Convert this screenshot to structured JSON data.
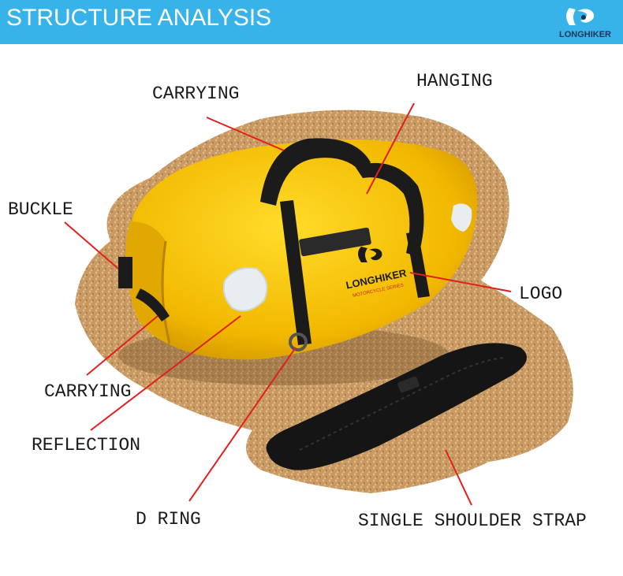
{
  "header": {
    "title": "STRUCTURE ANALYSIS",
    "brand": "LONGHIKER"
  },
  "colors": {
    "header_bg": "#38b3ea",
    "bag": "#f5c400",
    "strap": "#1b1b1b",
    "leader_line": "#e0201c",
    "sand": "#c99a63"
  },
  "bag_print": {
    "brand": "LONGHIKER",
    "series": "MOTORCYCLE SERIES"
  },
  "callouts": {
    "carrying_top": "CARRYING",
    "hanging": "HANGING",
    "buckle": "BUCKLE",
    "logo": "LOGO",
    "carrying_side": "CARRYING",
    "reflection": "REFLECTION",
    "d_ring": "D RING",
    "shoulder_strap": "SINGLE SHOULDER STRAP"
  }
}
